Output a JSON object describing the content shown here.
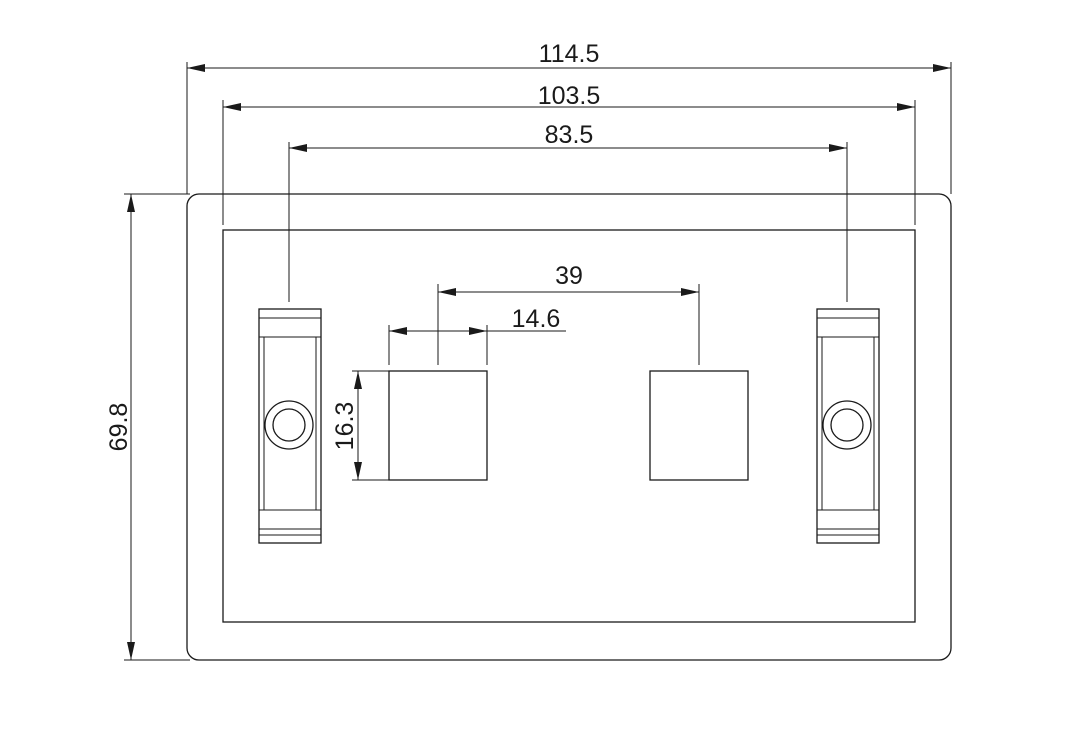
{
  "dimensions": {
    "overall_width": "114.5",
    "inner_width": "103.5",
    "mount_spacing": "83.5",
    "cutout_spacing": "39",
    "cutout_width": "14.6",
    "cutout_height": "16.3",
    "overall_height": "69.8"
  }
}
